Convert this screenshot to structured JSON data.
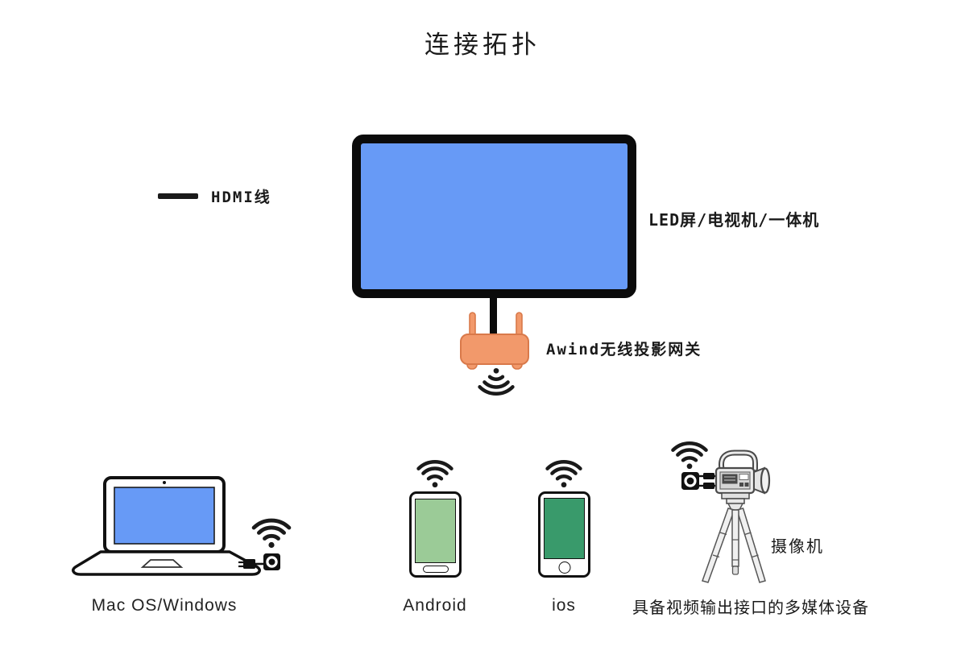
{
  "title": "连接拓扑",
  "legend": {
    "hdmi": "HDMI线"
  },
  "display": {
    "label": "LED屏/电视机/一体机"
  },
  "gateway": {
    "label": "Awind无线投影网关"
  },
  "sources": {
    "laptop_label": "Mac OS/Windows",
    "android_label": "Android",
    "ios_label": "ios",
    "camera_label": "摄像机",
    "caption": "具备视频输出接口的多媒体设备"
  },
  "icons": {
    "wifi": "wifi-signal-arcs",
    "hdmi_line": "thick-black-line",
    "router": "two-antenna-gateway-box",
    "dongle": "usb-transmitter-button"
  },
  "colors": {
    "screen_blue": "#679AF6",
    "router_fill": "#F2996B",
    "router_stroke": "#D9794A",
    "android_screen": "#9BCB97",
    "ios_screen": "#399A6B",
    "ink": "#1A1A1A"
  }
}
